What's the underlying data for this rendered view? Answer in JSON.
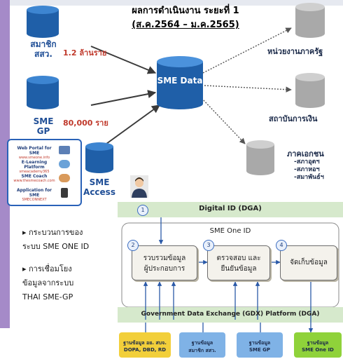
{
  "title": {
    "line1": "ผลการดำเนินงาน ระยะที่ 1",
    "line2": "(ส.ค.2564 – ม.ค.2565)"
  },
  "center": {
    "label": "SME Data"
  },
  "left_nodes": [
    {
      "label": "สมาชิก สสว.",
      "count": "1.2 ล้านราย"
    },
    {
      "label": "SME GP",
      "count": "80,000 ราย"
    },
    {
      "label": "SME Access"
    }
  ],
  "right_nodes": [
    {
      "label": "หน่วยงานภาครัฐ"
    },
    {
      "label": "สถาบันการเงิน"
    },
    {
      "label": "ภาคเอกชน",
      "items": [
        "-สภาอุตฯ",
        "-สภาหอฯ",
        "-สมาพันธ์ฯ"
      ]
    }
  ],
  "access_panel": [
    {
      "name": "Web Portal for SME",
      "url": "www.smeone.info"
    },
    {
      "name": "E-Learning Platform",
      "url": "smeacademy365"
    },
    {
      "name": "SME Coach",
      "url": "www.thesmecoach.com"
    },
    {
      "name": "Application for SME",
      "url": "SMECONNEXT"
    }
  ],
  "bullets": [
    {
      "line1": "▸ กระบวนการของ",
      "line2": "ระบบ SME ONE ID"
    },
    {
      "line1": "▸ การเชื่อมโยง",
      "line2": "ข้อมูลจากระบบ",
      "line3": "THAI SME-GP"
    }
  ],
  "flow": {
    "digital_id": "Digital ID (DGA)",
    "sme_one_id": "SME One ID",
    "steps": [
      {
        "num": "2",
        "line1": "รวบรวมข้อมูล",
        "line2": "ผู้ประกอบการ"
      },
      {
        "num": "3",
        "line1": "ตรวจสอบ และ",
        "line2": "ยืนยันข้อมูล"
      },
      {
        "num": "4",
        "line1": "จัดเก็บข้อมูล",
        "line2": ""
      }
    ],
    "step1_num": "1",
    "gdx": "Government Data Exchange (GDX) Platform (DGA)",
    "stores": [
      {
        "line1": "ฐานข้อมูล อย. สบจ.",
        "line2": "DOPA, DBD, RD",
        "color": "#f2cf3a"
      },
      {
        "line1": "ฐานข้อมูล",
        "line2": "สมาชิก สสว.",
        "color": "#7fb2e6"
      },
      {
        "line1": "ฐานข้อมูล",
        "line2": "SME GP",
        "color": "#7fb2e6"
      },
      {
        "line1": "ฐานข้อมูล",
        "line2": "SME One ID",
        "color": "#8fd23a"
      }
    ]
  },
  "colors": {
    "accent_blue": "#1f4e96",
    "red": "#c0392b",
    "purple": "#a58ac8",
    "green_band": "#d9ead3"
  }
}
